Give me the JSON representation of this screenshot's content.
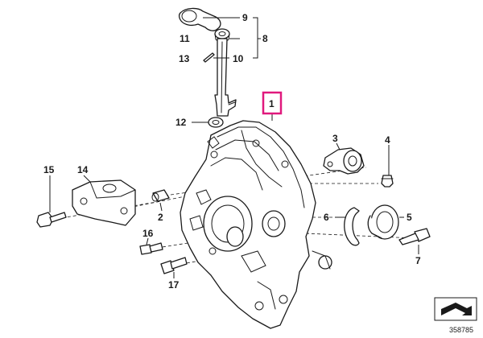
{
  "callouts": {
    "c1": "1",
    "c2": "2",
    "c3": "3",
    "c4": "4",
    "c5": "5",
    "c6": "6",
    "c7": "7",
    "c8": "8",
    "c9": "9",
    "c10": "10",
    "c11": "11",
    "c12": "12",
    "c13": "13",
    "c14": "14",
    "c15": "15",
    "c16": "16",
    "c17": "17"
  },
  "document_number": "358785",
  "colors": {
    "highlight": "#e0197d",
    "line": "#1a1a1a"
  },
  "icons": {
    "corner": "flip-arrow-icon"
  }
}
